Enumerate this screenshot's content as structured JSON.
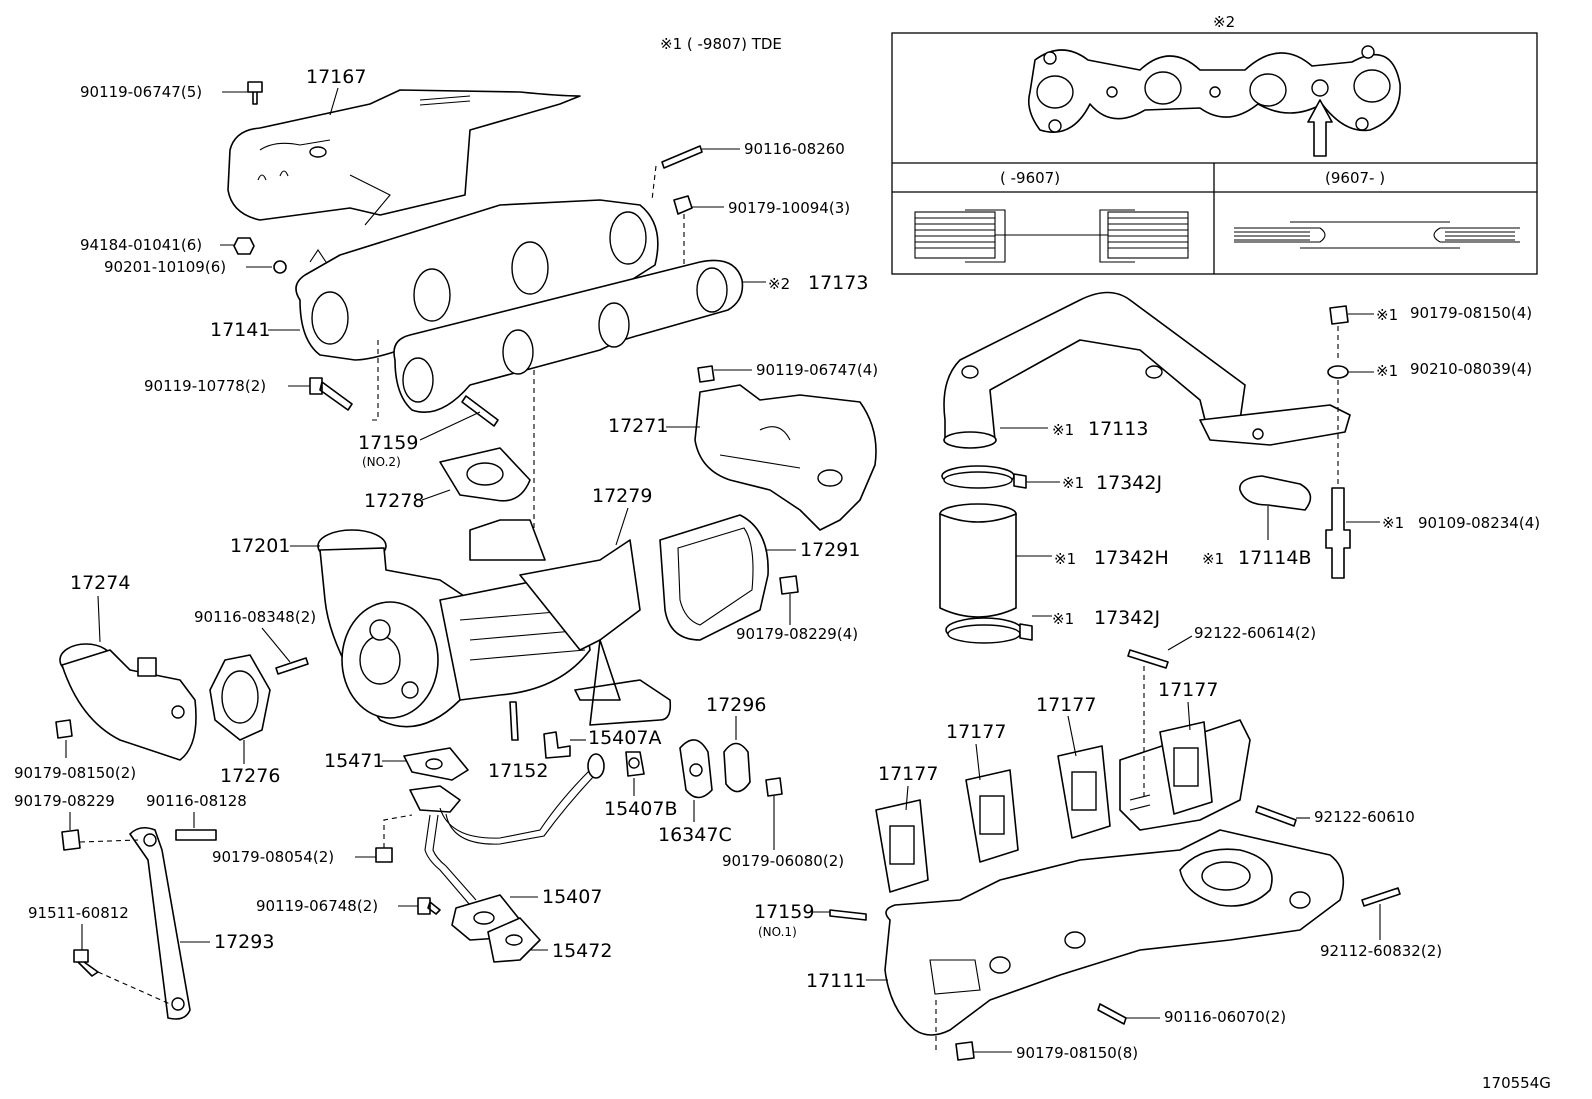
{
  "header_note": "※1 (    -9807) TDE",
  "inset": {
    "title": "※2",
    "period_left": "(    -9607)",
    "period_right": "(9607-    )"
  },
  "footer_code": "170554G",
  "labels": {
    "p17167": "17167",
    "p90119_06747_5": "90119-06747(5)",
    "p90116_08260": "90116-08260",
    "p90179_10094": "90179-10094(3)",
    "p94184": "94184-01041(6)",
    "p90201": "90201-10109(6)",
    "p17173": "17173",
    "p17173_mark": "※2",
    "p17141": "17141",
    "p90119_10778": "90119-10778(2)",
    "p90119_06747_4": "90119-06747(4)",
    "p17159_no2": "17159",
    "p17159_no2_sub": "(NO.2)",
    "p17271": "17271",
    "p17278": "17278",
    "p17279": "17279",
    "p17201": "17201",
    "p17291": "17291",
    "p17274": "17274",
    "p90116_08348": "90116-08348(2)",
    "p90179_08229_4": "90179-08229(4)",
    "p17276": "17276",
    "p90179_08150_2": "90179-08150(2)",
    "p15471": "15471",
    "p17152": "17152",
    "p15407A": "15407A",
    "p17296": "17296",
    "p15407B": "15407B",
    "p16347C": "16347C",
    "p90179_06080": "90179-06080(2)",
    "p90179_08229": "90179-08229",
    "p90116_08128": "90116-08128",
    "p90179_08054": "90179-08054(2)",
    "p90119_06748": "90119-06748(2)",
    "p15407": "15407",
    "p15472": "15472",
    "p91511": "91511-60812",
    "p17293": "17293",
    "p17113": "17113",
    "p17342J_a": "17342J",
    "p17342H": "17342H",
    "p17342J_b": "17342J",
    "p17114B": "17114B",
    "p90179_08150_4": "90179-08150(4)",
    "p90210": "90210-08039(4)",
    "p90109": "90109-08234(4)",
    "p92122_60614": "92122-60614(2)",
    "p92122_60610": "92122-60610",
    "p17177_a": "17177",
    "p17177_b": "17177",
    "p17177_c": "17177",
    "p17177_d": "17177",
    "p17159_no1": "17159",
    "p17159_no1_sub": "(NO.1)",
    "p92112": "92112-60832(2)",
    "p17111": "17111",
    "p90116_06070": "90116-06070(2)",
    "p90179_08150_8": "90179-08150(8)",
    "mark1": "※1"
  }
}
